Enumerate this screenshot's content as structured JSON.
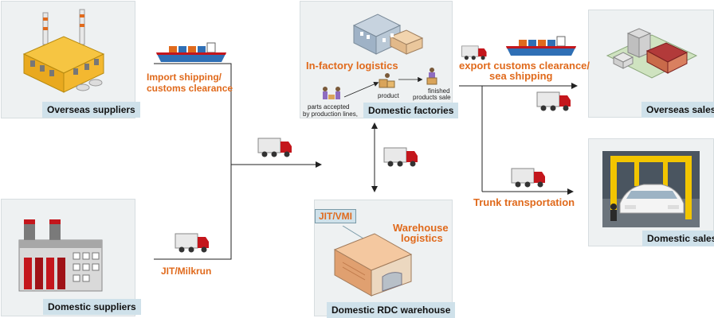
{
  "nodes": {
    "overseas_suppliers": "Overseas suppliers",
    "domestic_suppliers": "Domestic suppliers",
    "domestic_factories": "Domestic factories",
    "domestic_rdc_warehouse": "Domestic RDC warehouse",
    "overseas_sales": "Overseas sales",
    "domestic_sales": "Domestic sales"
  },
  "labels": {
    "import_shipping_line1": "Import shipping/",
    "import_shipping_line2": "customs clearance",
    "jit_milkrun": "JIT/Milkrun",
    "in_factory_logistics": "In-factory logistics",
    "parts_accepted_line1": "parts accepted",
    "parts_accepted_line2": "by production lines,",
    "product": "product",
    "finished_line1": "finished",
    "finished_line2": "products sale",
    "jit_vmi": "JIT/VMI",
    "warehouse_logistics_line1": "Warehouse",
    "warehouse_logistics_line2": "logistics",
    "export_line1": "export customs clearance/",
    "export_line2": "sea shipping",
    "trunk_transportation": "Trunk transportation"
  },
  "colors": {
    "accent_orange": "#e06a1c",
    "caption_bg": "#cfe1ea",
    "panel_bg": "#eef1f2",
    "truck_red": "#c4161c",
    "ship_blue": "#2f6fb5"
  }
}
